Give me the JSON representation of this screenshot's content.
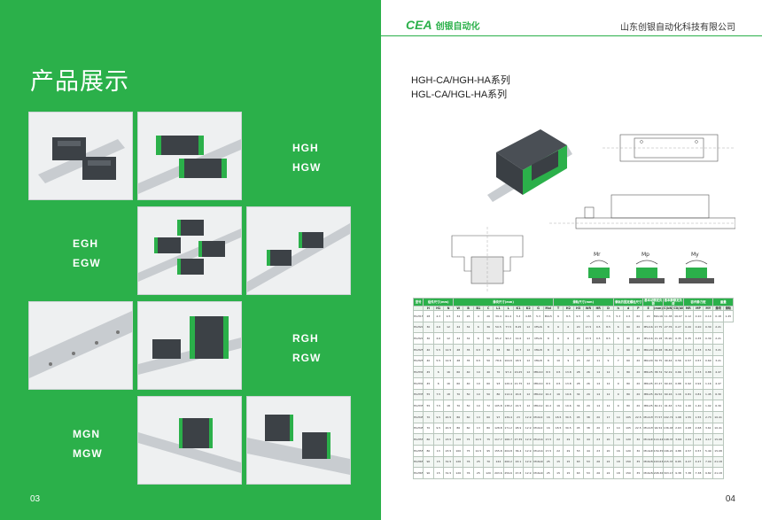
{
  "left": {
    "title": "产品展示",
    "page_number": "03",
    "labels": [
      {
        "top": "HGH",
        "bottom": "HGW"
      },
      {
        "top": "EGH",
        "bottom": "EGW"
      },
      {
        "top": "RGH",
        "bottom": "RGW"
      },
      {
        "top": "MGN",
        "bottom": "MGW"
      }
    ]
  },
  "right": {
    "logo_text": "CEA",
    "logo_cn": "创银自动化",
    "company": "山东创银自动化科技有限公司",
    "series_line1": "HGH-CA/HGH-HA系列",
    "series_line2": "HGL-CA/HGL-HA系列",
    "page_number": "04",
    "moment_labels": [
      "Mr",
      "Mp",
      "My"
    ],
    "table": {
      "group_headers": [
        "型号",
        "组件尺寸(mm)",
        "滑块尺寸(mm)",
        "滑轨尺寸(mm)",
        "滑轨的固定螺栓尺寸",
        "基本动额定负荷",
        "基本静额定负荷",
        "容许静力矩",
        "重量"
      ],
      "sub_headers": [
        "H",
        "H1",
        "N",
        "W",
        "B",
        "B1",
        "C",
        "L1",
        "L",
        "K1",
        "K2",
        "G",
        "Mxl",
        "T",
        "H2",
        "H3",
        "WR",
        "HR",
        "D",
        "h",
        "d",
        "P",
        "E",
        "(mm)",
        "C(kN)",
        "C0(kN)",
        "MR",
        "MP",
        "MY",
        "滑块",
        "滑轨"
      ],
      "rows": [
        [
          "HGH15CA",
          "28",
          "4.3",
          "9.5",
          "34",
          "26",
          "4",
          "26",
          "39.4",
          "61.4",
          "5.3",
          "4.85",
          "5.3",
          "M4x5",
          "6",
          "8.5",
          "9.5",
          "15",
          "15",
          "7.5",
          "5.3",
          "4.5",
          "60",
          "20",
          "M4x16",
          "11.38",
          "16.97",
          "0.12",
          "0.10",
          "0.10",
          "0.18",
          "1.45"
        ],
        [
          "HGH20CA",
          "30",
          "4.6",
          "12",
          "44",
          "32",
          "6",
          "36",
          "50.5",
          "77.5",
          "8.25",
          "12",
          "M5x6",
          "8",
          "6",
          "6",
          "20",
          "17.5",
          "9.5",
          "8.5",
          "6",
          "60",
          "20",
          "M5x16",
          "17.75",
          "27.76",
          "0.27",
          "0.20",
          "0.20",
          "0.30",
          "2.21"
        ],
        [
          "HGH20HA",
          "30",
          "4.6",
          "12",
          "44",
          "32",
          "6",
          "50",
          "65.2",
          "92.2",
          "12.6",
          "12",
          "M5x6",
          "8",
          "6",
          "6",
          "20",
          "17.5",
          "9.5",
          "8.5",
          "6",
          "60",
          "20",
          "M5x16",
          "21.18",
          "35.90",
          "0.35",
          "0.35",
          "0.35",
          "0.39",
          "2.21"
        ],
        [
          "HGH25CA",
          "40",
          "5.5",
          "12.5",
          "48",
          "35",
          "6.5",
          "35",
          "58",
          "84",
          "15.7",
          "12",
          "M6x8",
          "8",
          "10",
          "9",
          "23",
          "22",
          "11",
          "9",
          "7",
          "60",
          "20",
          "M6x20",
          "26.48",
          "36.49",
          "0.42",
          "0.33",
          "0.33",
          "0.51",
          "3.21"
        ],
        [
          "HGH25HA",
          "40",
          "5.5",
          "12.5",
          "48",
          "35",
          "6.5",
          "50",
          "78.6",
          "104.6",
          "18.5",
          "12",
          "M6x8",
          "8",
          "10",
          "9",
          "23",
          "22",
          "11",
          "9",
          "7",
          "60",
          "20",
          "M6x20",
          "32.75",
          "49.44",
          "0.56",
          "0.57",
          "0.57",
          "0.69",
          "3.21"
        ],
        [
          "HGH30CA",
          "45",
          "6",
          "16",
          "60",
          "40",
          "10",
          "40",
          "70",
          "97.4",
          "20.25",
          "12",
          "M8x10",
          "8.5",
          "9.5",
          "13.8",
          "28",
          "26",
          "14",
          "12",
          "9",
          "80",
          "20",
          "M8x25",
          "38.74",
          "52.19",
          "0.66",
          "0.53",
          "0.53",
          "0.88",
          "4.47"
        ],
        [
          "HGH30HA",
          "45",
          "6",
          "16",
          "60",
          "40",
          "10",
          "60",
          "93",
          "120.4",
          "21.75",
          "12",
          "M8x10",
          "8.5",
          "9.5",
          "13.8",
          "28",
          "26",
          "14",
          "12",
          "9",
          "80",
          "20",
          "M8x25",
          "47.27",
          "69.16",
          "0.88",
          "0.92",
          "0.92",
          "1.16",
          "4.47"
        ],
        [
          "HGH35CA",
          "55",
          "7.5",
          "18",
          "70",
          "50",
          "10",
          "50",
          "80",
          "112.4",
          "20.6",
          "12",
          "M8x12",
          "10.2",
          "16",
          "19.6",
          "34",
          "29",
          "14",
          "12",
          "9",
          "80",
          "20",
          "M8x25",
          "49.52",
          "69.16",
          "1.16",
          "0.81",
          "0.81",
          "1.45",
          "6.30"
        ],
        [
          "HGH35HA",
          "55",
          "7.5",
          "18",
          "70",
          "50",
          "10",
          "72",
          "105.8",
          "138.2",
          "22.5",
          "12",
          "M8x12",
          "10.2",
          "16",
          "19.6",
          "34",
          "29",
          "14",
          "12",
          "9",
          "80",
          "20",
          "M8x25",
          "60.21",
          "91.63",
          "1.54",
          "1.40",
          "1.40",
          "1.92",
          "6.30"
        ],
        [
          "HGH45CA",
          "70",
          "9.5",
          "20.5",
          "86",
          "60",
          "13",
          "60",
          "97",
          "139.4",
          "23",
          "12.9",
          "M10x17",
          "16",
          "18.5",
          "30.5",
          "45",
          "38",
          "20",
          "17",
          "14",
          "105",
          "22.5",
          "M12x35",
          "77.57",
          "102.71",
          "1.98",
          "1.55",
          "1.55",
          "2.73",
          "10.41"
        ],
        [
          "HGH45HA",
          "70",
          "9.5",
          "20.5",
          "86",
          "60",
          "13",
          "80",
          "128.8",
          "171.2",
          "28.9",
          "12.9",
          "M10x17",
          "16",
          "18.5",
          "30.5",
          "45",
          "38",
          "20",
          "17",
          "14",
          "105",
          "22.5",
          "M12x35",
          "94.54",
          "136.46",
          "2.63",
          "2.68",
          "2.68",
          "3.61",
          "10.41"
        ],
        [
          "HGH55CA",
          "80",
          "13",
          "23.5",
          "100",
          "75",
          "12.5",
          "75",
          "117.7",
          "166.7",
          "27.35",
          "12.9",
          "M12x18",
          "17.5",
          "22",
          "29",
          "53",
          "44",
          "23",
          "20",
          "16",
          "120",
          "30",
          "M14x45",
          "114.44",
          "148.33",
          "3.69",
          "2.64",
          "2.64",
          "4.17",
          "15.08"
        ],
        [
          "HGH55HA",
          "80",
          "13",
          "23.5",
          "100",
          "75",
          "12.5",
          "95",
          "155.8",
          "204.8",
          "36.4",
          "12.9",
          "M12x18",
          "17.5",
          "22",
          "29",
          "53",
          "44",
          "23",
          "20",
          "16",
          "120",
          "30",
          "M14x45",
          "139.35",
          "196.20",
          "4.88",
          "4.57",
          "4.57",
          "5.49",
          "15.08"
        ],
        [
          "HGH65CA",
          "90",
          "15",
          "31.5",
          "126",
          "76",
          "25",
          "70",
          "144",
          "200.2",
          "43.1",
          "12.9",
          "M16x20",
          "25",
          "15",
          "15",
          "63",
          "53",
          "26",
          "22",
          "18",
          "150",
          "35",
          "M16x50",
          "163.63",
          "215.33",
          "6.65",
          "4.27",
          "4.27",
          "7.00",
          "21.18"
        ],
        [
          "HGH65HA",
          "90",
          "15",
          "31.5",
          "126",
          "76",
          "25",
          "120",
          "203.6",
          "259.6",
          "47.8",
          "12.9",
          "M16x20",
          "25",
          "15",
          "15",
          "63",
          "53",
          "26",
          "22",
          "18",
          "150",
          "35",
          "M16x50",
          "208.36",
          "303.13",
          "9.38",
          "7.38",
          "7.38",
          "9.82",
          "21.18"
        ]
      ]
    }
  }
}
